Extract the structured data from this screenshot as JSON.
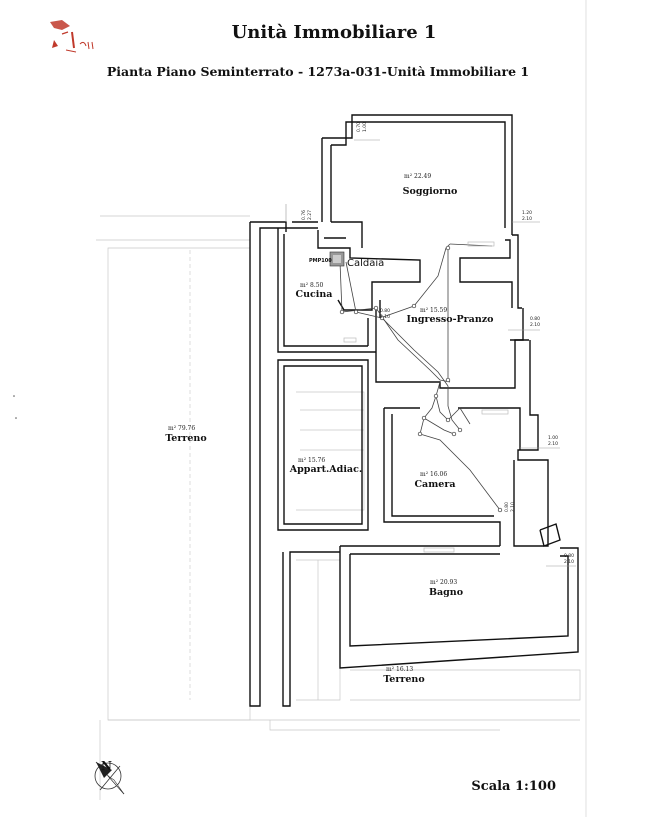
{
  "header": {
    "title": "Unità Immobiliare 1",
    "subtitle": "Pianta Piano Seminterrato - 1273a-031-Unità Immobiliare 1"
  },
  "rooms": [
    {
      "name": "Soggiorno",
      "area": "m² 22.49"
    },
    {
      "name": "Cucina",
      "area": "m² 8.50"
    },
    {
      "name": "Ingresso-Pranzo",
      "area": "m² 15.59"
    },
    {
      "name": "Appart.Adiac.",
      "area": "m² 15.76"
    },
    {
      "name": "Camera",
      "area": "m² 16.06"
    },
    {
      "name": "Bagno",
      "area": "m² 20.93"
    },
    {
      "name": "Terreno",
      "area": "m² 79.76"
    },
    {
      "name": "Terreno",
      "area": "m² 16.13"
    }
  ],
  "equipment": {
    "caldaia": "Caldaia",
    "pmp": "PMP100"
  },
  "dimensions": [
    {
      "w": "0.70",
      "h": "1.00"
    },
    {
      "w": "0.76",
      "h": "2.27"
    },
    {
      "w": "1.20",
      "h": "2.10"
    },
    {
      "w": "0.80",
      "h": "2.10"
    },
    {
      "w": "0.80",
      "h": "2.10"
    },
    {
      "w": "1.00",
      "h": "2.10"
    },
    {
      "w": "0.80",
      "h": "2.10"
    },
    {
      "w": "0.80",
      "h": "2.10"
    }
  ],
  "footer": {
    "scale": "Scala 1:100",
    "north": "N"
  },
  "colors": {
    "logo": "#c0392b",
    "wall": "#111111",
    "faint": "#c8c8c8"
  }
}
